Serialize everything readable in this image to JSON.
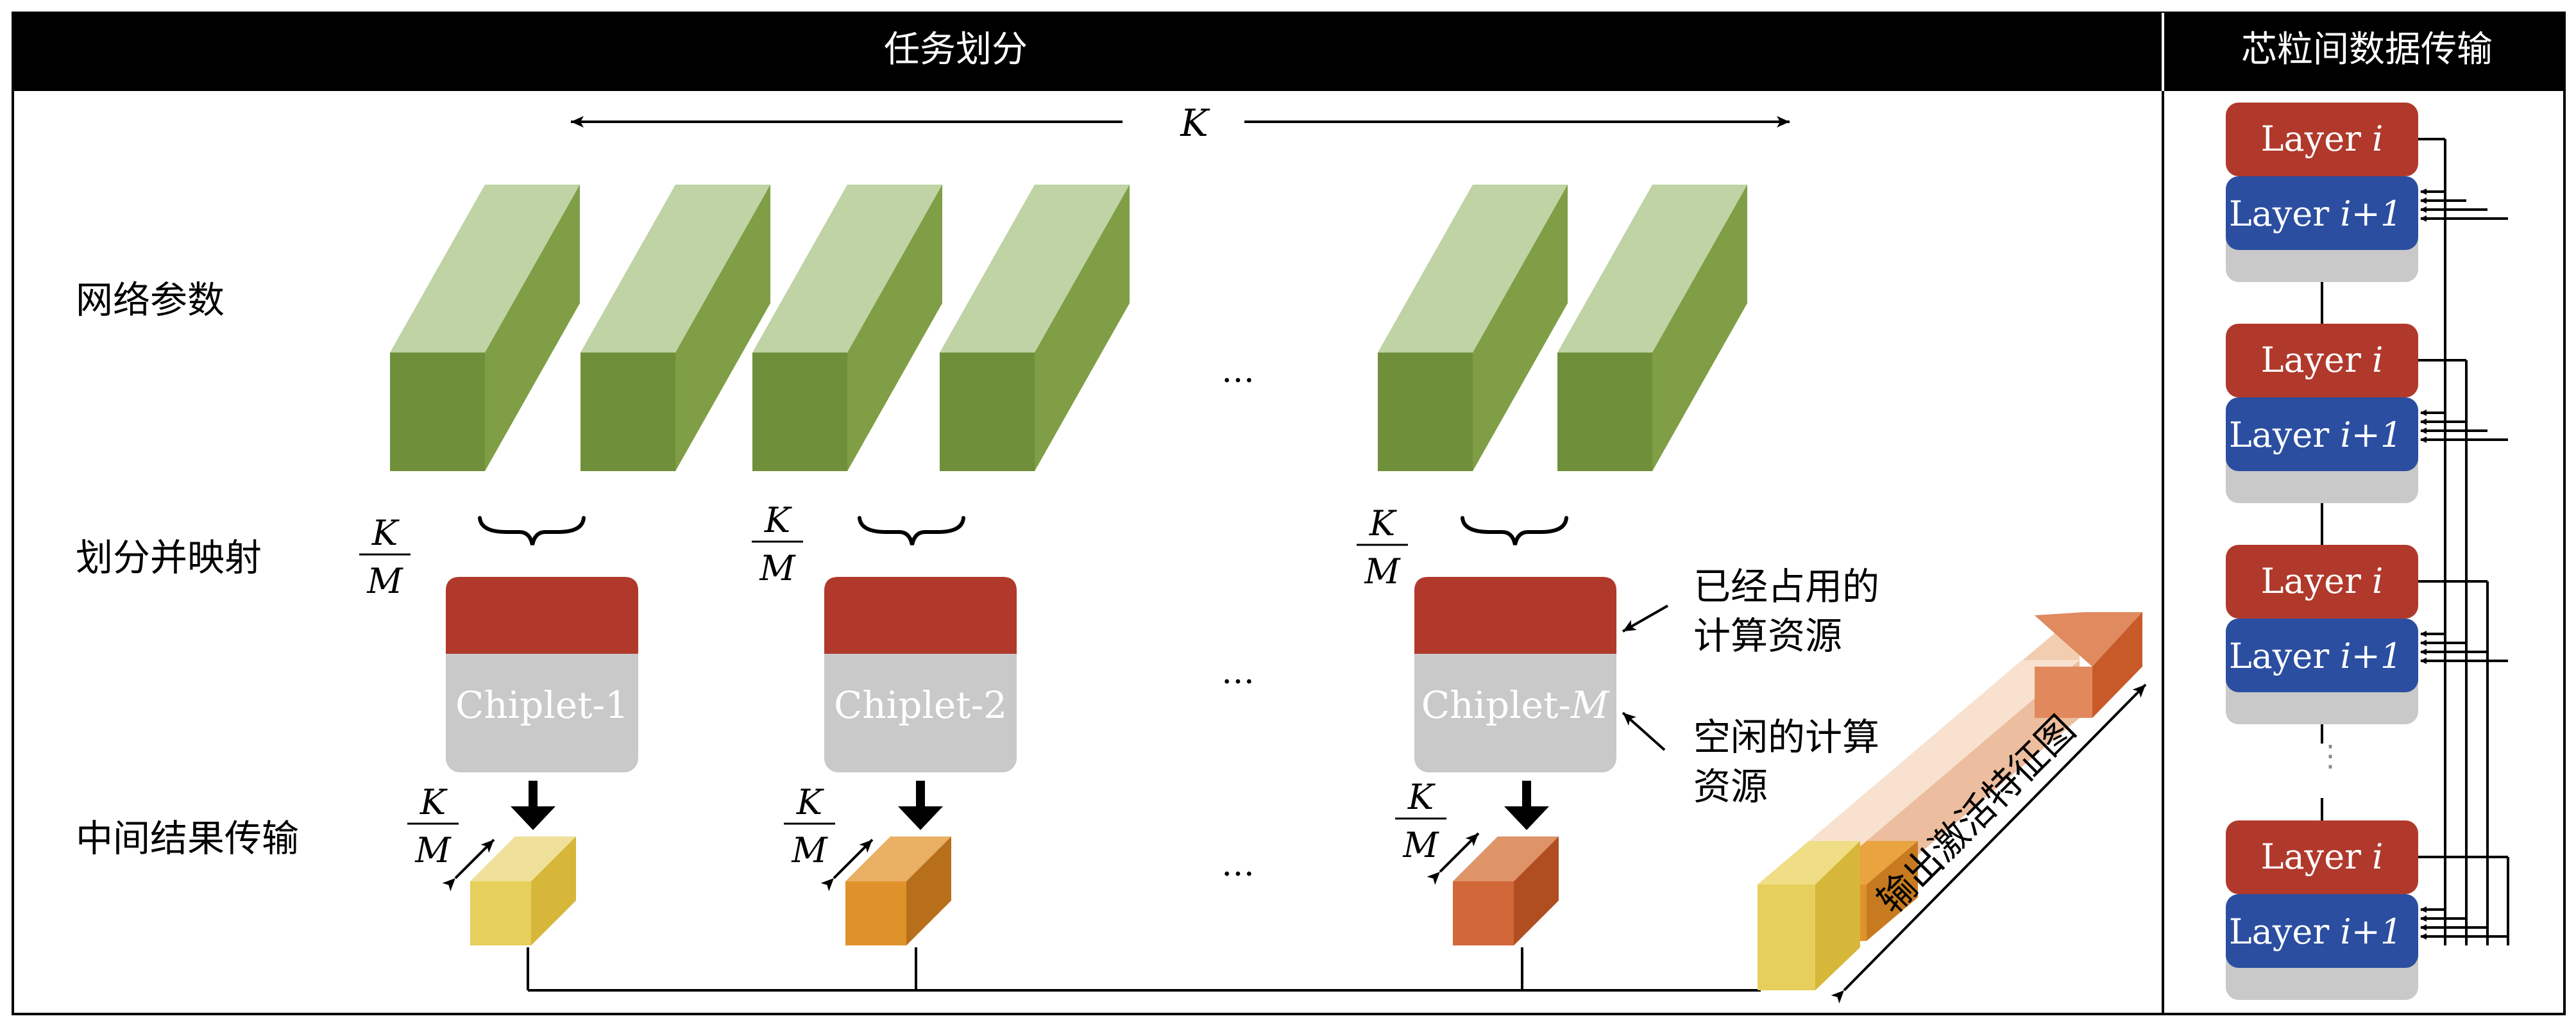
{
  "header": {
    "left_title": "任务划分",
    "right_title": "芯粒间数据传输"
  },
  "span_label": "K",
  "row_labels": {
    "params": "网络参数",
    "map": "划分并映射",
    "transfer": "中间结果传输"
  },
  "ellipsis": "…",
  "vdots": "⋮",
  "fraction": {
    "num": "K",
    "den": "M"
  },
  "chiplets": [
    {
      "prefix": "Chiplet-",
      "suffix": "1",
      "suffix_italic": false
    },
    {
      "prefix": "Chiplet-",
      "suffix": "2",
      "suffix_italic": false
    },
    {
      "prefix": "Chiplet-",
      "suffix": "M",
      "suffix_italic": true
    }
  ],
  "annotations": {
    "occupied_line1": "已经占用的",
    "occupied_line2": "计算资源",
    "idle_line1": "空闲的计算",
    "idle_line2": "资源",
    "output_map": "输出激活特征图"
  },
  "layers": {
    "layer_i": "Layer",
    "var_i": "i",
    "var_i1": "i+1"
  },
  "colors": {
    "header_bg": "#000000",
    "green_front": "#6f8f3a",
    "green_side": "#7f9e45",
    "green_top": "#bfd3a5",
    "red": "#b0392c",
    "blue": "#2b4ea0",
    "gray": "#c9c9c9",
    "yellow": "#e6cf5a",
    "orange": "#e0922a",
    "rust": "#d2683a"
  }
}
